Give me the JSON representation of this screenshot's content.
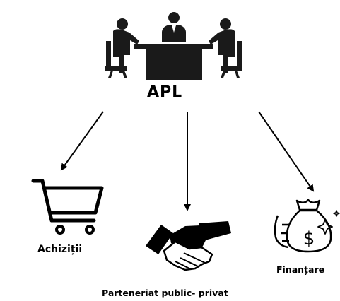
{
  "diagram": {
    "center": {
      "label": "APL",
      "icon": "business-meeting-icon"
    },
    "branches": [
      {
        "label": "Achiziții",
        "icon": "shopping-cart-icon"
      },
      {
        "label": "Parteneriat public- privat",
        "icon": "handshake-icon"
      },
      {
        "label": "Finanțare",
        "icon": "money-bag-icon"
      }
    ]
  }
}
